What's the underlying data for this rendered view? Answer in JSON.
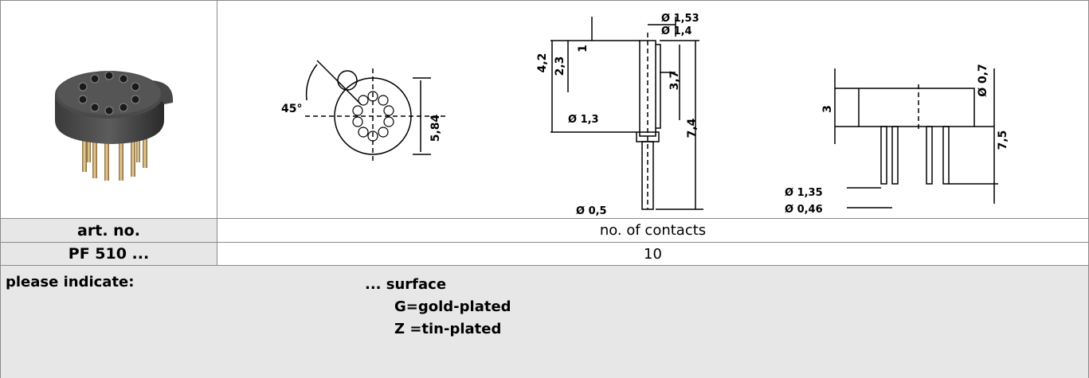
{
  "table": {
    "header_left": "art. no.",
    "header_right": "no. of contacts",
    "article_no": "PF 510 ...",
    "contacts": "10"
  },
  "note": {
    "label": "please indicate:",
    "lines": [
      "... surface",
      "G=gold-plated",
      "Z =tin-plated"
    ]
  },
  "drawing": {
    "angle": "45°",
    "pitch_circle": "5,84",
    "dim_153": "Ø 1,53",
    "dim_14": "Ø 1,4",
    "dim_42": "4,2",
    "dim_23": "2,3",
    "dim_1": "1",
    "dim_37": "3,7",
    "dim_74": "7,4",
    "dim_13": "Ø 1,3",
    "dim_05": "Ø 0,5",
    "dim_07": "Ø 0,7",
    "dim_3": "3",
    "dim_75": "7,5",
    "dim_135": "Ø 1,35",
    "dim_046": "Ø 0,46"
  }
}
